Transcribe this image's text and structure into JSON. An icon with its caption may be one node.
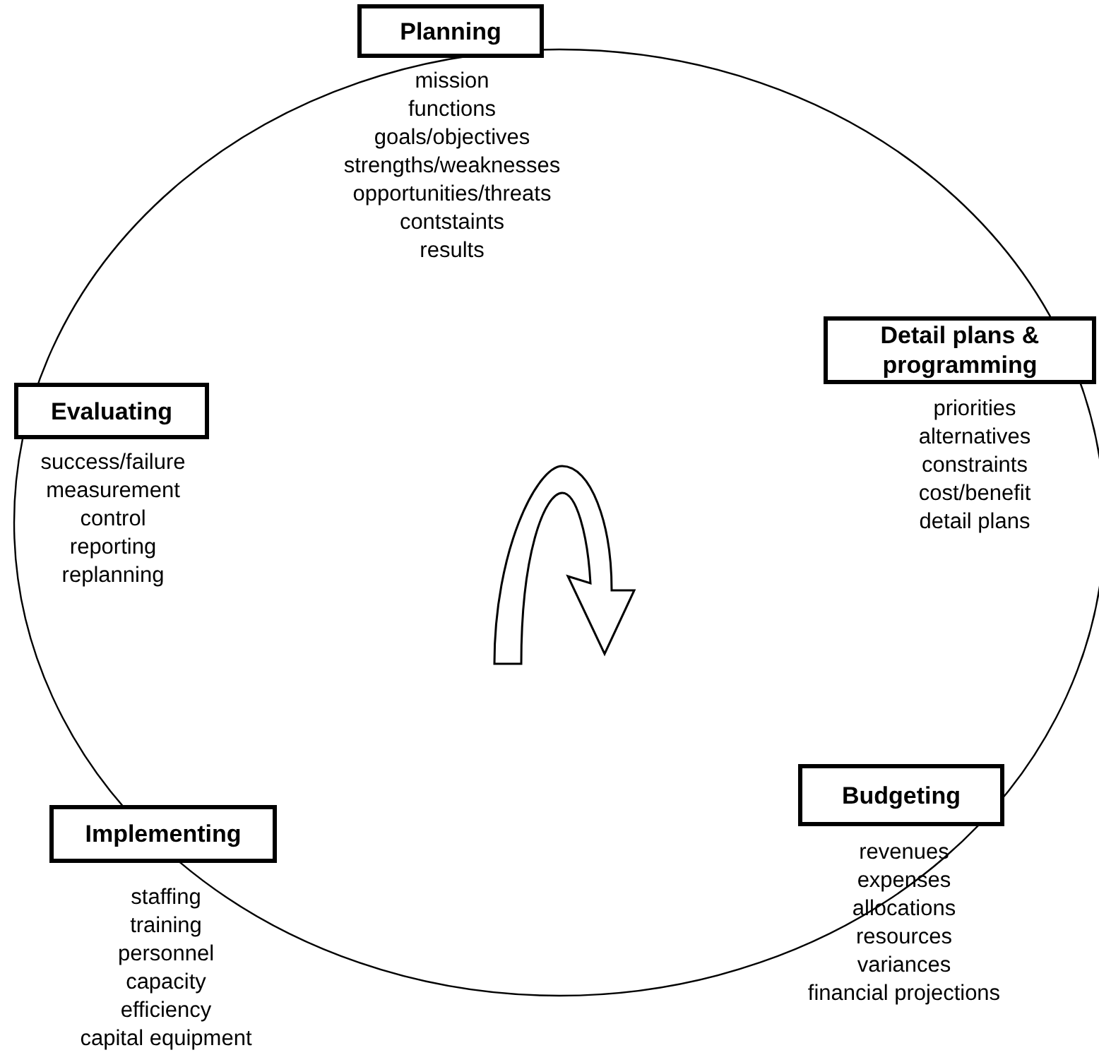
{
  "diagram": {
    "nodes": [
      {
        "text": [
          "Planning"
        ],
        "beside": [
          "mission",
          "functions",
          "goals/objectives",
          "strengths/weaknesses",
          "opportunities/threats",
          "contstaints",
          "results"
        ]
      },
      {
        "text": [
          "Detail plans & programming"
        ],
        "beside": [
          "priorities",
          "alternatives",
          "constraints",
          "cost/benefit",
          "detail plans"
        ]
      },
      {
        "text": [
          "Evaluating"
        ],
        "beside": [
          "success/failure",
          "measurement",
          "control",
          "reporting",
          "replanning"
        ]
      },
      {
        "text": [
          "Implementing"
        ],
        "beside": [
          "staffing",
          "training",
          "personnel",
          "capacity",
          "efficiency",
          "capital equipment"
        ]
      },
      {
        "text": [
          "Budgeting"
        ],
        "beside": [
          "revenues",
          "expenses",
          "allocations",
          "resources",
          "variances",
          "financial projections"
        ]
      }
    ]
  }
}
